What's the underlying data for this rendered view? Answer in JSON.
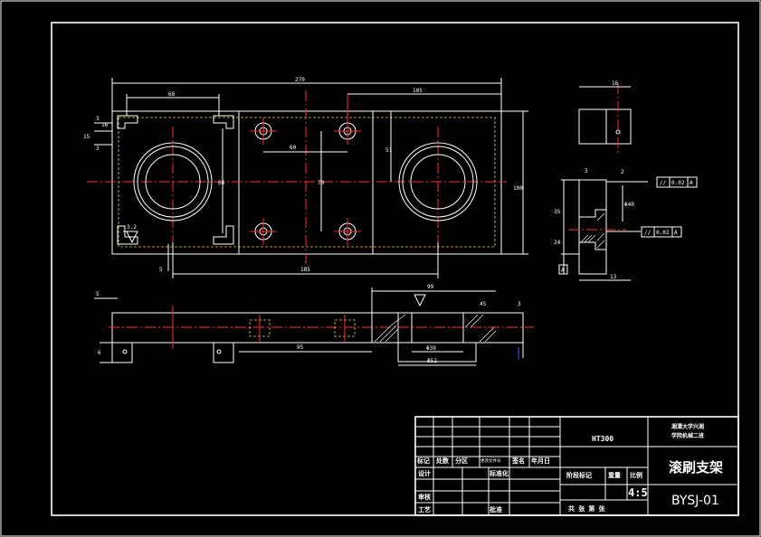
{
  "colors": {
    "background": "#000000",
    "line": "#ffffff",
    "center_line": "#ff2b2b",
    "hidden_line": "#e8d63a",
    "dimension_accent": "#2f62ff"
  },
  "front_view": {
    "dims": {
      "overall_length": "270",
      "left_slot_offset": "68",
      "right_distance": "105",
      "hole_pitch_x": "60",
      "slot_height": "16",
      "small_dim_15": "15",
      "small_dim_3a": "3",
      "small_dim_3b": "3",
      "slot_spacing": "68",
      "hole_pitch_y": "70",
      "top_to_hole": "51",
      "overall_height": "100",
      "bottom_offset": "5",
      "hole_span": "185",
      "roughness": "3.2"
    }
  },
  "side_view": {
    "dims": {
      "width": "16",
      "small_3": "3",
      "small_2": "2",
      "height_35": "35",
      "height_24": "24",
      "bore": "Φ40",
      "bottom_13": "13"
    },
    "tolerances": [
      {
        "symbol": "//",
        "value": "0.02",
        "datum": "A"
      },
      {
        "symbol": "//",
        "value": "0.02",
        "datum": "A"
      }
    ],
    "datum_label": "A"
  },
  "bottom_view": {
    "dims": {
      "left_5": "5",
      "small_6": "6",
      "span_95": "95",
      "width_99": "99",
      "thick_3": "3",
      "bore_39": "Φ39",
      "bore_52": "Φ52",
      "angle_45": "45"
    }
  },
  "title_block": {
    "material": "HT300",
    "school_line1": "湘潭大学兴湘",
    "school_line2": "学院机械二班",
    "part_name": "滚刷支架",
    "drawing_number": "BYSJ-01",
    "scale": "4:5",
    "headers": [
      "标记",
      "处数",
      "分区",
      "更改文件号",
      "签名",
      "年月日"
    ],
    "rows": [
      "设计",
      "标准化",
      "审核",
      "工艺",
      "批准"
    ],
    "stage_label": "阶段标记",
    "weight_label": "重量",
    "scale_label": "比例",
    "sheets_label": "共 张 第 张"
  }
}
